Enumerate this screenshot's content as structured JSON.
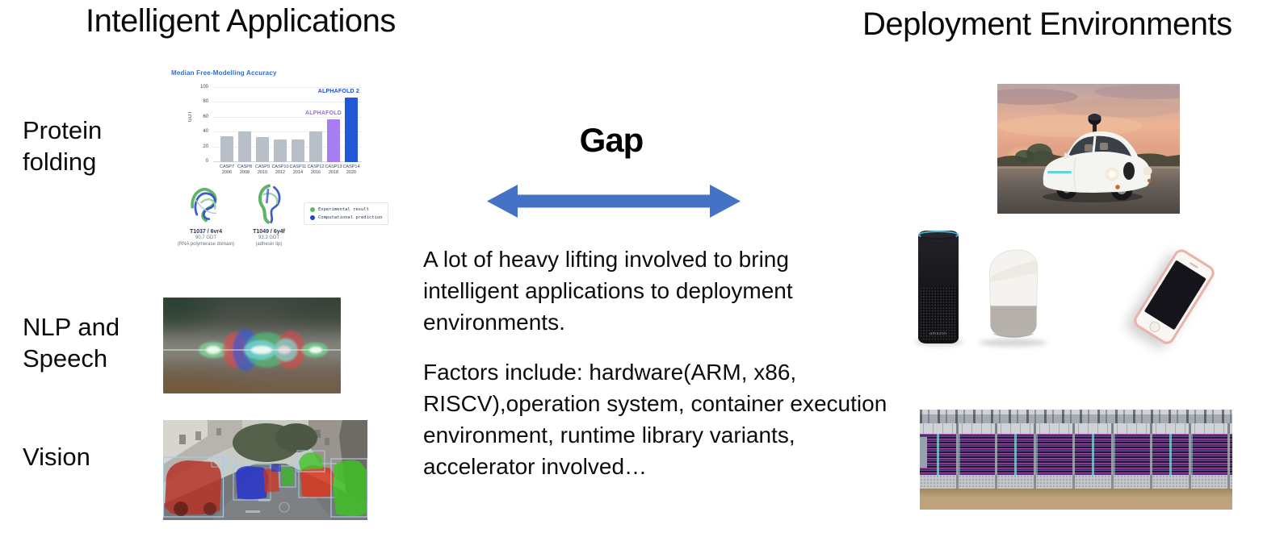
{
  "slide": {
    "left_heading": "Intelligent Applications",
    "right_heading": "Deployment Environments"
  },
  "left_column": {
    "labels": [
      {
        "text": "Protein folding"
      },
      {
        "text": "NLP and Speech"
      },
      {
        "text": "Vision"
      }
    ]
  },
  "center": {
    "gap_label": "Gap",
    "arrow_color": "#4472C4",
    "paragraph1": "A lot of heavy lifting involved to bring\nintelligent applications to deployment\nenvironments.",
    "paragraph2": "Factors include: hardware(ARM, x86,\nRISCV),operation system, container execution\nenvironment, runtime library variants,\naccelerator involved…"
  },
  "chart_data": {
    "type": "bar",
    "title": "Median Free-Modelling Accuracy",
    "title_color": "#2E6BE0",
    "ylabel": "GDT",
    "ylim": [
      0,
      100
    ],
    "ytick_step": 20,
    "grid": true,
    "legend_position": "right",
    "categories": [
      "CASP7\n2006",
      "CASP8\n2008",
      "CASP9\n2010",
      "CASP10\n2012",
      "CASP11\n2014",
      "CASP12\n2016",
      "CASP13\n2018",
      "CASP14\n2020"
    ],
    "values": [
      35,
      41,
      34,
      30,
      30,
      41,
      58,
      87
    ],
    "bar_colors": [
      "#B9BFC9",
      "#B9BFC9",
      "#B9BFC9",
      "#B9BFC9",
      "#B9BFC9",
      "#B9BFC9",
      "#A77EF2",
      "#2158D6"
    ],
    "annotations": [
      {
        "index": 6,
        "label": "ALPHAFOLD",
        "color": "#9B6BEE"
      },
      {
        "index": 7,
        "label": "ALPHAFOLD 2",
        "color": "#1D4ED8"
      }
    ]
  },
  "protein_figure": {
    "structures": [
      {
        "name": "T1037 / 6vr4",
        "gdt": "90.7 GDT",
        "desc": "(RNA polymerase domain)"
      },
      {
        "name": "T1049 / 6y4f",
        "gdt": "93.3 GDT",
        "desc": "(adhesin tip)"
      }
    ],
    "legend": [
      {
        "label": "Experimental result",
        "color": "#5CBE5C"
      },
      {
        "label": "Computational prediction",
        "color": "#2148C8"
      }
    ]
  },
  "devices": {
    "echo_brand": "amazon"
  }
}
